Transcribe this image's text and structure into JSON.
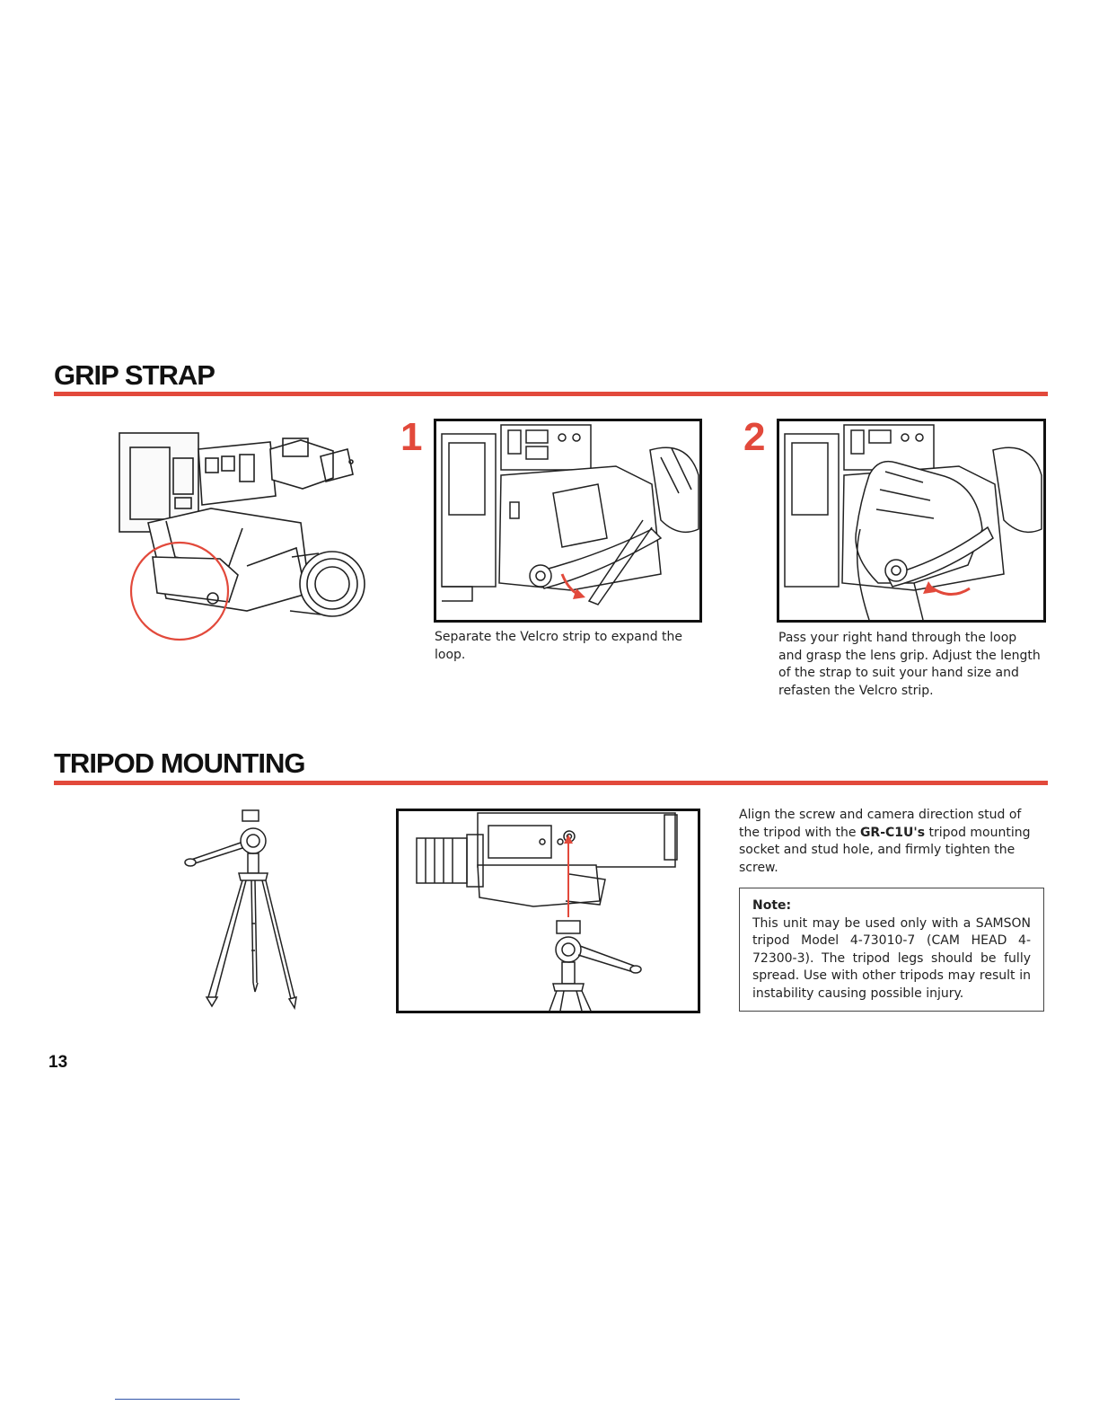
{
  "sections": {
    "grip": {
      "title": "GRIP STRAP",
      "step1": {
        "number": "1",
        "caption": "Separate the Velcro strip to expand the loop."
      },
      "step2": {
        "number": "2",
        "caption": "Pass your right hand through the loop and grasp the lens grip. Adjust the length of the strap to suit your hand size and refasten the Velcro strip."
      }
    },
    "tripod": {
      "title": "TRIPOD MOUNTING",
      "instructions": {
        "before": "Align the screw and camera direction stud of the tripod with the ",
        "model": "GR-C1U's",
        "after": " tripod mounting socket and stud hole, and firmly tighten the screw."
      },
      "note": {
        "title": "Note:",
        "text": "This unit may be used only with a SAMSON tripod Model 4-73010-7 (CAM HEAD 4-72300-3). The tripod legs should be fully spread. Use with other tripods may result in instability causing possible injury."
      }
    }
  },
  "page_number": "13",
  "colors": {
    "accent": "#e2493b",
    "ink": "#111111"
  }
}
